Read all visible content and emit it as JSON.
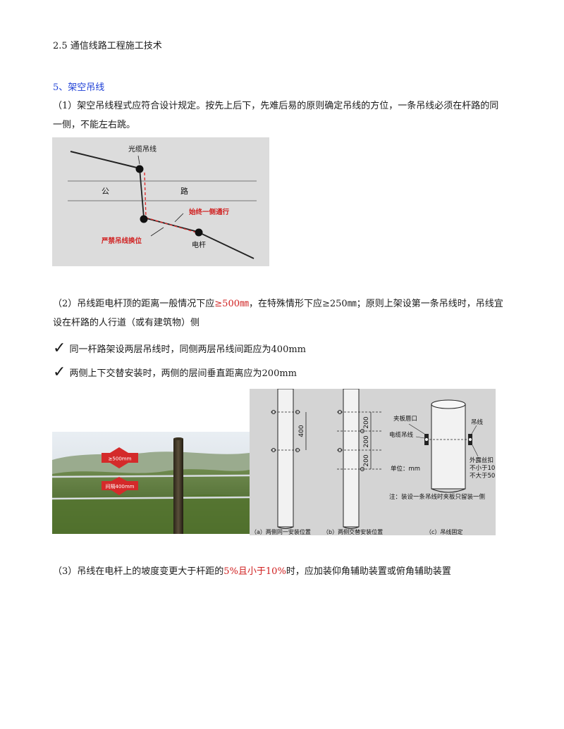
{
  "section_title": "2.5  通信线路工程施工技术",
  "subsection_title": "5、架空吊线",
  "para1": {
    "line1": "（1）架空吊线程式应符合设计规定。按先上后下，先难后易的原则确定吊线的方位，一条吊线必须在杆路的同",
    "line2": "一侧，不能左右跳。"
  },
  "diagram1": {
    "cable_label": "光缆吊线",
    "road_left": "公",
    "road_right": "路",
    "same_side_label": "始终一侧通行",
    "forbidden_label": "严禁吊线换位",
    "pole_label": "电杆"
  },
  "para2": {
    "line1_a": "（2）吊线距电杆顶的距离一般情况下应",
    "line1_highlight": "≥500㎜",
    "line1_b": "，在特殊情形下应≥250㎜；原则上架设第一条吊线时，吊线宜",
    "line2": "设在杆路的人行道（或有建筑物）侧"
  },
  "checklist": [
    {
      "icon": "✓",
      "text": "同一杆路架设两层吊线时，同侧两层吊线间距应为400mm"
    },
    {
      "icon": "✓",
      "text": "两侧上下交替安装时，两侧的层间垂直距离应为200mm"
    }
  ],
  "photo": {
    "tag_top": "≥500mm",
    "tag_mid": "间隔400mm"
  },
  "diagram2": {
    "dim_400": "400",
    "dim_200": "200",
    "clamp_label": "夹板唇口",
    "hanger_label": "吊线",
    "cable_hanger_label": "电缆吊线",
    "unit_label": "单位：mm",
    "exposed_label": "外露丝扣",
    "not_less": "不小于10",
    "not_more": "不大于50",
    "note": "注：装设一条吊线时夹板只留装一侧",
    "caption_a": "（a）两侧同一安装位置",
    "caption_b": "（b）两侧交替安装位置",
    "caption_c": "（c）吊线固定"
  },
  "para3": {
    "a": "（3）吊线在电杆上的坡度变更大于杆距的",
    "highlight": "5%且小于10%",
    "b": "时，应加装仰角辅助装置或俯角辅助装置"
  }
}
